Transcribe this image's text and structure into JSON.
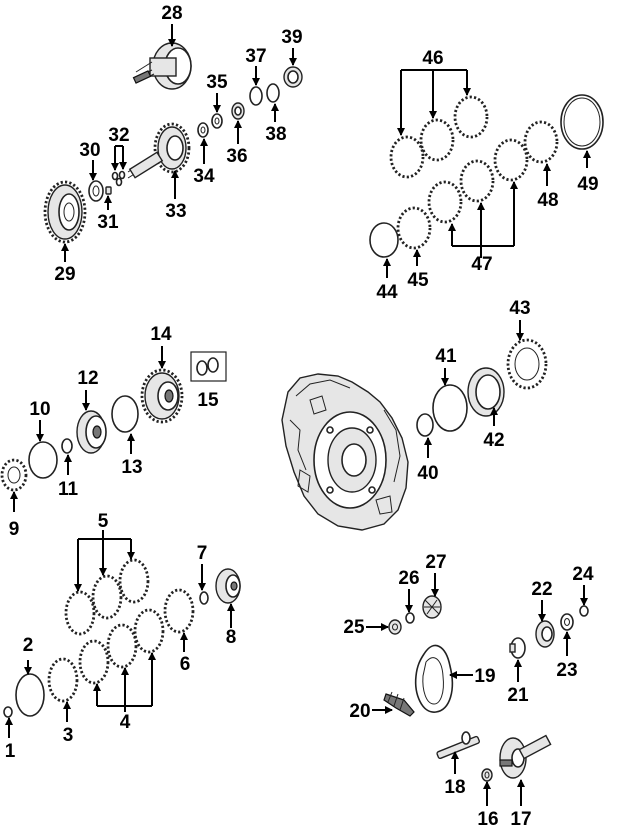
{
  "callouts": {
    "c1": "1",
    "c2": "2",
    "c3": "3",
    "c4": "4",
    "c5": "5",
    "c6": "6",
    "c7": "7",
    "c8": "8",
    "c9": "9",
    "c10": "10",
    "c11": "11",
    "c12": "12",
    "c13": "13",
    "c14": "14",
    "c15": "15",
    "c16": "16",
    "c17": "17",
    "c18": "18",
    "c19": "19",
    "c20": "20",
    "c21": "21",
    "c22": "22",
    "c23": "23",
    "c24": "24",
    "c25": "25",
    "c26": "26",
    "c27": "27",
    "c28": "28",
    "c29": "29",
    "c30": "30",
    "c31": "31",
    "c32": "32",
    "c33": "33",
    "c34": "34",
    "c35": "35",
    "c36": "36",
    "c37": "37",
    "c38": "38",
    "c39": "39",
    "c40": "40",
    "c41": "41",
    "c42": "42",
    "c43": "43",
    "c44": "44",
    "c45": "45",
    "c46": "46",
    "c47": "47",
    "c48": "48",
    "c49": "49"
  },
  "colors": {
    "line": "#000000",
    "part_outline": "#222222",
    "background": "#ffffff"
  }
}
